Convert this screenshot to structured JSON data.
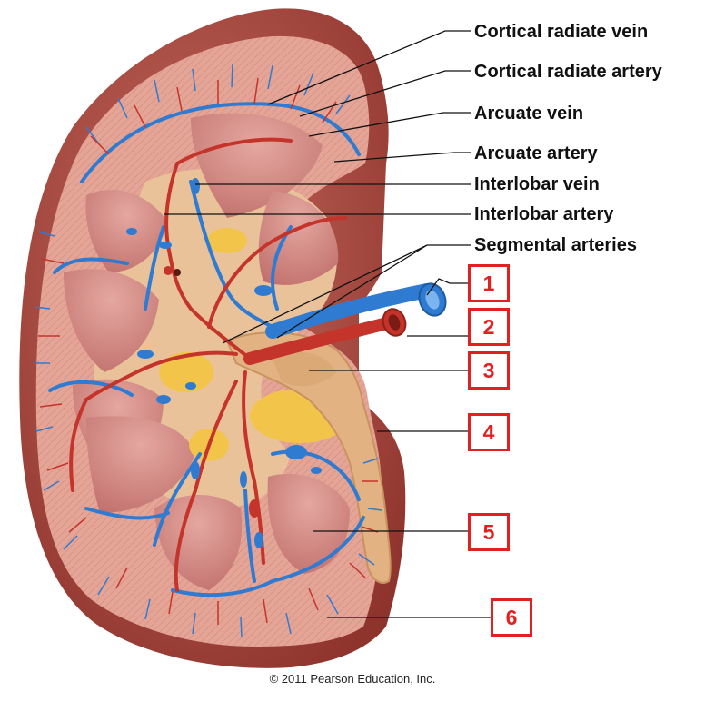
{
  "labels": {
    "cortical_radiate_vein": "Cortical radiate vein",
    "cortical_radiate_artery": "Cortical radiate artery",
    "arcuate_vein": "Arcuate vein",
    "arcuate_artery": "Arcuate artery",
    "interlobar_vein": "Interlobar vein",
    "interlobar_artery": "Interlobar artery",
    "segmental_arteries": "Segmental arteries"
  },
  "numbered_boxes": [
    "1",
    "2",
    "3",
    "4",
    "5",
    "6"
  ],
  "copyright": "© 2011 Pearson Education, Inc.",
  "colors": {
    "capsule": "#9a3a33",
    "cortex": "#e7a79a",
    "pyramid": "#cf8680",
    "vein": "#2f7bd1",
    "artery": "#c4342a",
    "sinus": "#e8c49a",
    "fat": "#f2c74a",
    "box_border": "#e32020"
  }
}
